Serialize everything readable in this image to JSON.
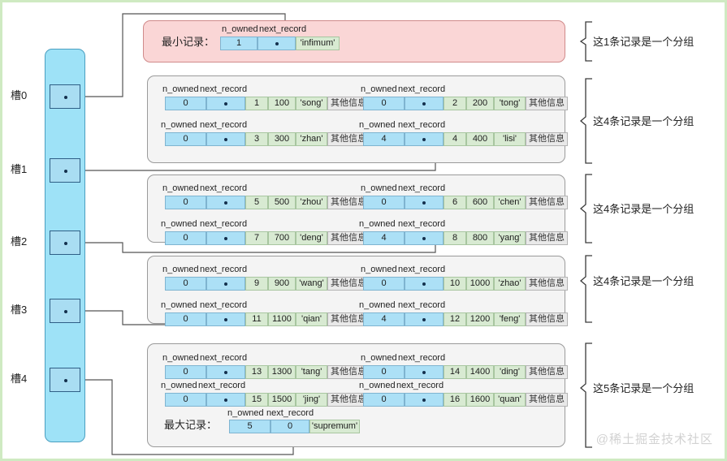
{
  "slots": {
    "labels": [
      "槽0",
      "槽1",
      "槽2",
      "槽3",
      "槽4"
    ]
  },
  "headers": {
    "n_owned": "n_owned",
    "next_record": "next_record"
  },
  "labels": {
    "min_record": "最小记录：",
    "max_record": "最大记录：",
    "other_info": "其他信息"
  },
  "groups": [
    {
      "kind": "pink",
      "note": "这1条记录是一个分组",
      "records": [
        {
          "n_owned": "1",
          "next_record": "•",
          "id": "",
          "num": "",
          "name": "'infimum'",
          "other": false,
          "special": "infimum"
        }
      ]
    },
    {
      "kind": "grey",
      "note": "这4条记录是一个分组",
      "records": [
        {
          "n_owned": "0",
          "next_record": "•",
          "id": "1",
          "num": "100",
          "name": "'song'",
          "other": true
        },
        {
          "n_owned": "0",
          "next_record": "•",
          "id": "2",
          "num": "200",
          "name": "'tong'",
          "other": true
        },
        {
          "n_owned": "0",
          "next_record": "•",
          "id": "3",
          "num": "300",
          "name": "'zhan'",
          "other": true
        },
        {
          "n_owned": "4",
          "next_record": "•",
          "id": "4",
          "num": "400",
          "name": "'lisi'",
          "other": true
        }
      ]
    },
    {
      "kind": "grey",
      "note": "这4条记录是一个分组",
      "records": [
        {
          "n_owned": "0",
          "next_record": "•",
          "id": "5",
          "num": "500",
          "name": "'zhou'",
          "other": true
        },
        {
          "n_owned": "0",
          "next_record": "•",
          "id": "6",
          "num": "600",
          "name": "'chen'",
          "other": true
        },
        {
          "n_owned": "0",
          "next_record": "•",
          "id": "7",
          "num": "700",
          "name": "'deng'",
          "other": true
        },
        {
          "n_owned": "4",
          "next_record": "•",
          "id": "8",
          "num": "800",
          "name": "'yang'",
          "other": true
        }
      ]
    },
    {
      "kind": "grey",
      "note": "这4条记录是一个分组",
      "records": [
        {
          "n_owned": "0",
          "next_record": "•",
          "id": "9",
          "num": "900",
          "name": "'wang'",
          "other": true
        },
        {
          "n_owned": "0",
          "next_record": "•",
          "id": "10",
          "num": "1000",
          "name": "'zhao'",
          "other": true
        },
        {
          "n_owned": "0",
          "next_record": "•",
          "id": "11",
          "num": "1100",
          "name": "'qian'",
          "other": true
        },
        {
          "n_owned": "4",
          "next_record": "•",
          "id": "12",
          "num": "1200",
          "name": "'feng'",
          "other": true
        }
      ]
    },
    {
      "kind": "grey",
      "note": "这5条记录是一个分组",
      "records": [
        {
          "n_owned": "0",
          "next_record": "•",
          "id": "13",
          "num": "1300",
          "name": "'tang'",
          "other": true
        },
        {
          "n_owned": "0",
          "next_record": "•",
          "id": "14",
          "num": "1400",
          "name": "'ding'",
          "other": true
        },
        {
          "n_owned": "0",
          "next_record": "•",
          "id": "15",
          "num": "1500",
          "name": "'jing'",
          "other": true
        },
        {
          "n_owned": "0",
          "next_record": "•",
          "id": "16",
          "num": "1600",
          "name": "'quan'",
          "other": true
        },
        {
          "n_owned": "5",
          "next_record": "0",
          "id": "",
          "num": "",
          "name": "'supremum'",
          "other": false,
          "special": "supremum"
        }
      ]
    }
  ],
  "watermark": "@稀土掘金技术社区",
  "colors": {
    "canvas_border": "#cfeac2",
    "slot_column": "#9ee2f7",
    "pink_group": "#fad6d6",
    "grey_group": "#f4f4f4",
    "cell_blue": "#ace0f6",
    "cell_green": "#d8ead2",
    "cell_grey": "#e9e9e9"
  }
}
